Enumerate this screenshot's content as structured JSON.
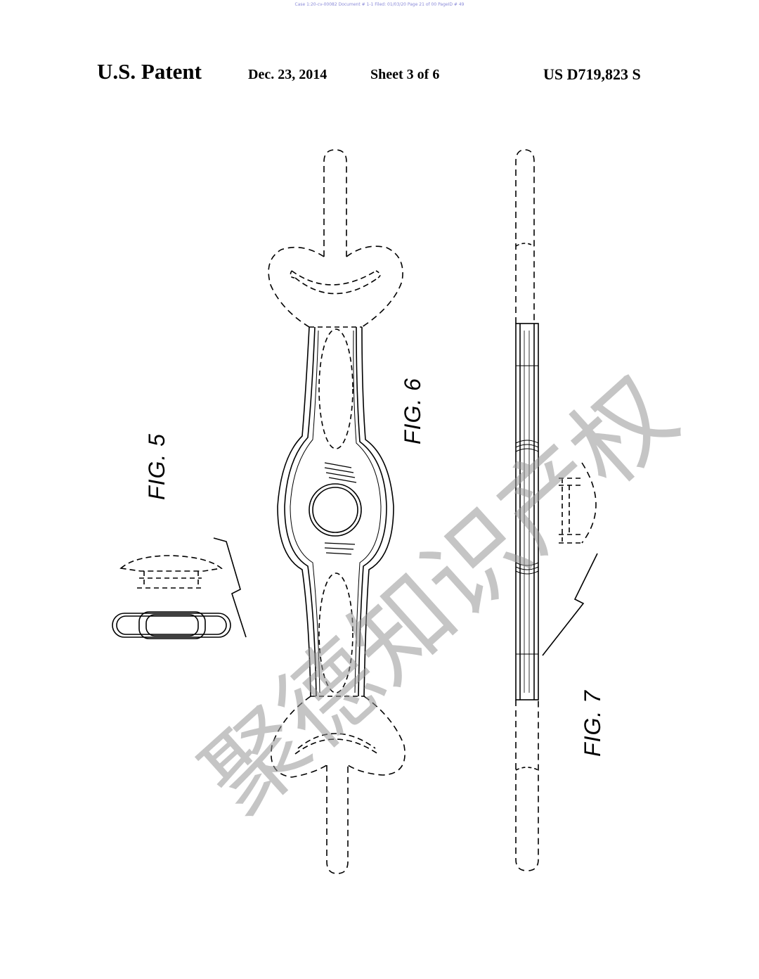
{
  "header": {
    "patent_label": "U.S. Patent",
    "date": "Dec. 23, 2014",
    "sheet": "Sheet 3 of 6",
    "patent_number": "US D719,823 S"
  },
  "filing_note": "Case 1:20-cv-00082 Document # 1-1 Filed: 01/03/20 Page 21 of 00 PageID # 49",
  "figures": {
    "fig5": "FIG. 5",
    "fig6": "FIG. 6",
    "fig7": "FIG. 7"
  },
  "watermark": "聚德知识产权",
  "colors": {
    "ink": "#000000",
    "watermark": "#969696",
    "note": "#8a8ad8"
  }
}
